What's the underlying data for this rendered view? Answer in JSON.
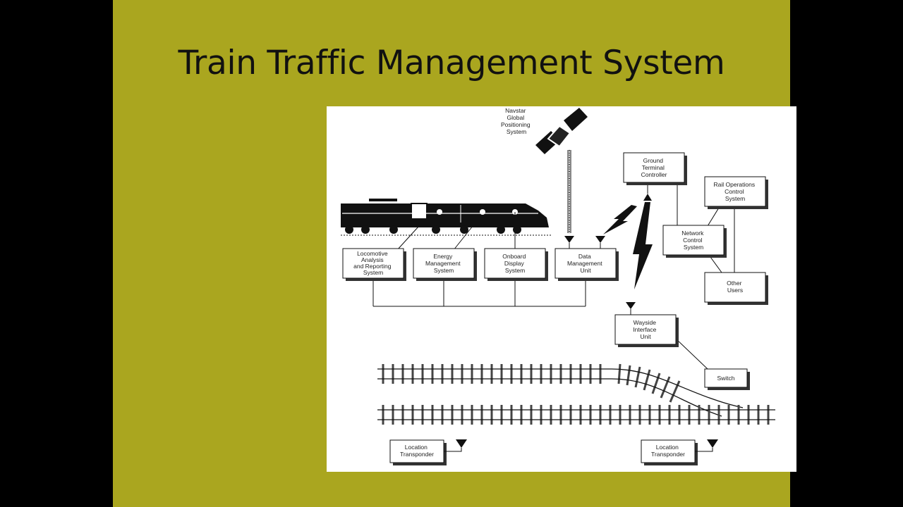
{
  "slide": {
    "title": "Train Traffic Management System"
  },
  "diagram": {
    "gps_label": [
      "Navstar",
      "Global",
      "Positioning",
      "System"
    ],
    "boxes": {
      "locomotive_analysis": [
        "Locomotive",
        "Analysis",
        "and Reporting",
        "System"
      ],
      "energy_management": [
        "Energy",
        "Management",
        "System"
      ],
      "onboard_display": [
        "Onboard",
        "Display",
        "System"
      ],
      "data_management": [
        "Data",
        "Management",
        "Unit"
      ],
      "ground_terminal": [
        "Ground",
        "Terminal",
        "Controller"
      ],
      "rail_operations": [
        "Rail Operations",
        "Control",
        "System"
      ],
      "network_control": [
        "Network",
        "Control",
        "System"
      ],
      "other_users": [
        "Other",
        "Users"
      ],
      "wayside_interface": [
        "Wayside",
        "Interface",
        "Unit"
      ],
      "switch": [
        "Switch"
      ],
      "location_transponder_left": [
        "Location",
        "Transponder"
      ],
      "location_transponder_right": [
        "Location",
        "Transponder"
      ]
    }
  }
}
